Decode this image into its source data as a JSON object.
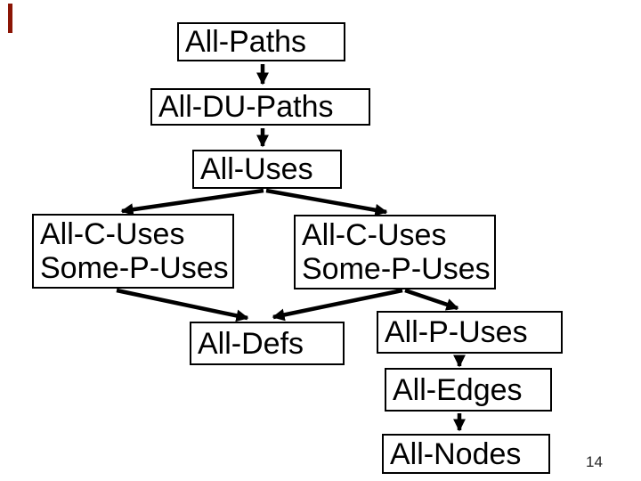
{
  "slide": {
    "page_number": "14",
    "accent_bar_color": "#8b1505",
    "background_color": "#ffffff",
    "line_color": "#000000"
  },
  "diagram": {
    "boxes": {
      "all_paths": {
        "label": "All-Paths"
      },
      "all_du_paths": {
        "label": "All-DU-Paths"
      },
      "all_uses": {
        "label": "All-Uses"
      },
      "left_combo": {
        "line1": "All-C-Uses",
        "line2": "Some-P-Uses"
      },
      "right_combo": {
        "line1": "All-C-Uses",
        "line2": "Some-P-Uses"
      },
      "all_defs": {
        "label": "All-Defs"
      },
      "all_p_uses": {
        "label": "All-P-Uses"
      },
      "all_edges": {
        "label": "All-Edges"
      },
      "all_nodes": {
        "label": "All-Nodes"
      }
    },
    "edges": [
      {
        "from": "All-Paths",
        "to": "All-DU-Paths"
      },
      {
        "from": "All-DU-Paths",
        "to": "All-Uses"
      },
      {
        "from": "All-Uses",
        "to": "All-C-Uses / Some-P-Uses (left)"
      },
      {
        "from": "All-Uses",
        "to": "All-C-Uses / Some-P-Uses (right)"
      },
      {
        "from": "All-C-Uses / Some-P-Uses (left)",
        "to": "All-Defs"
      },
      {
        "from": "All-C-Uses / Some-P-Uses (right)",
        "to": "All-Defs"
      },
      {
        "from": "All-C-Uses / Some-P-Uses (right)",
        "to": "All-P-Uses"
      },
      {
        "from": "All-P-Uses",
        "to": "All-Edges"
      },
      {
        "from": "All-Edges",
        "to": "All-Nodes"
      }
    ]
  }
}
